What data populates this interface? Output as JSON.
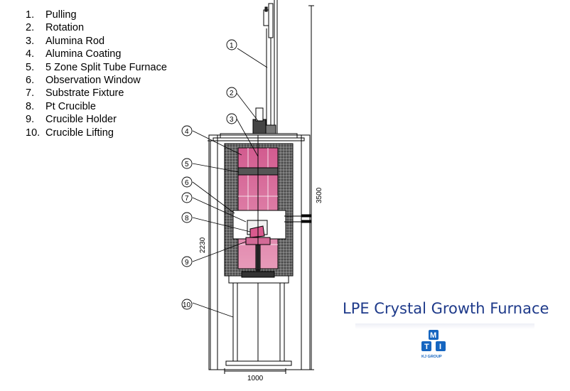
{
  "legend": [
    {
      "number": "1.",
      "label": "Pulling"
    },
    {
      "number": "2.",
      "label": "Rotation"
    },
    {
      "number": "3.",
      "label": "Alumina Rod"
    },
    {
      "number": "4.",
      "label": "Alumina Coating"
    },
    {
      "number": "5.",
      "label": "5 Zone Split Tube Furnace"
    },
    {
      "number": "6.",
      "label": "Observation Window"
    },
    {
      "number": "7.",
      "label": "Substrate Fixture"
    },
    {
      "number": "8.",
      "label": "Pt Crucible"
    },
    {
      "number": "9.",
      "label": "Crucible Holder"
    },
    {
      "number": "10.",
      "label": "Crucible Lifting"
    }
  ],
  "callouts": [
    "1",
    "2",
    "3",
    "4",
    "5",
    "6",
    "7",
    "8",
    "9",
    "10"
  ],
  "dimensions": {
    "height_total": "3500",
    "height_inner": "2230",
    "width": "1000"
  },
  "title": "LPE Crystal Growth Furnace",
  "logo": {
    "letters": [
      "M",
      "T",
      "I"
    ],
    "caption": "KJ GROUP"
  },
  "colors": {
    "title": "#1e3a8a",
    "logo": "#1565c0",
    "heater": "#d9709b",
    "insulation": "#555555"
  }
}
